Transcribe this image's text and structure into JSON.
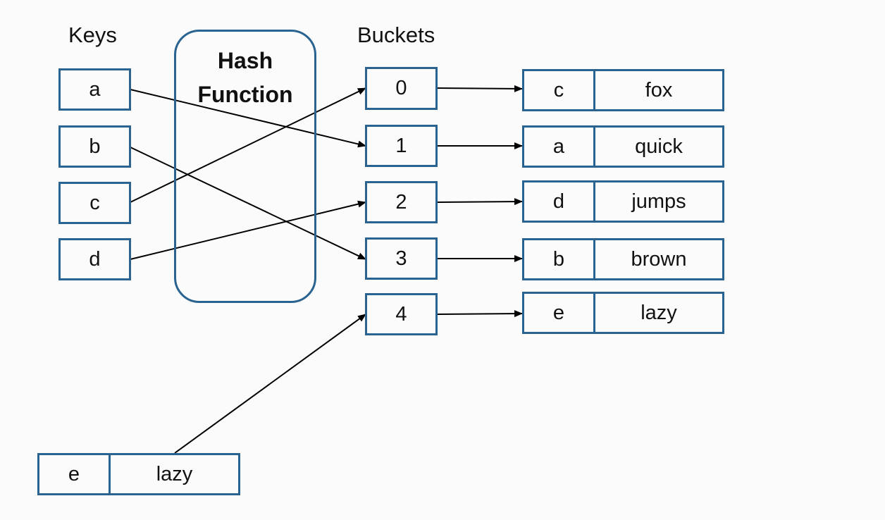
{
  "headings": {
    "keys": "Keys",
    "buckets": "Buckets"
  },
  "hash_function": {
    "line1": "Hash",
    "line2": "Function"
  },
  "keys": [
    "a",
    "b",
    "c",
    "d"
  ],
  "buckets": [
    "0",
    "1",
    "2",
    "3",
    "4"
  ],
  "entries": [
    {
      "key": "c",
      "value": "fox"
    },
    {
      "key": "a",
      "value": "quick"
    },
    {
      "key": "d",
      "value": "jumps"
    },
    {
      "key": "b",
      "value": "brown"
    },
    {
      "key": "e",
      "value": "lazy"
    }
  ],
  "new_entry": {
    "key": "e",
    "value": "lazy"
  },
  "colors": {
    "box_border": "#2a6390",
    "arrow": "#000000"
  }
}
